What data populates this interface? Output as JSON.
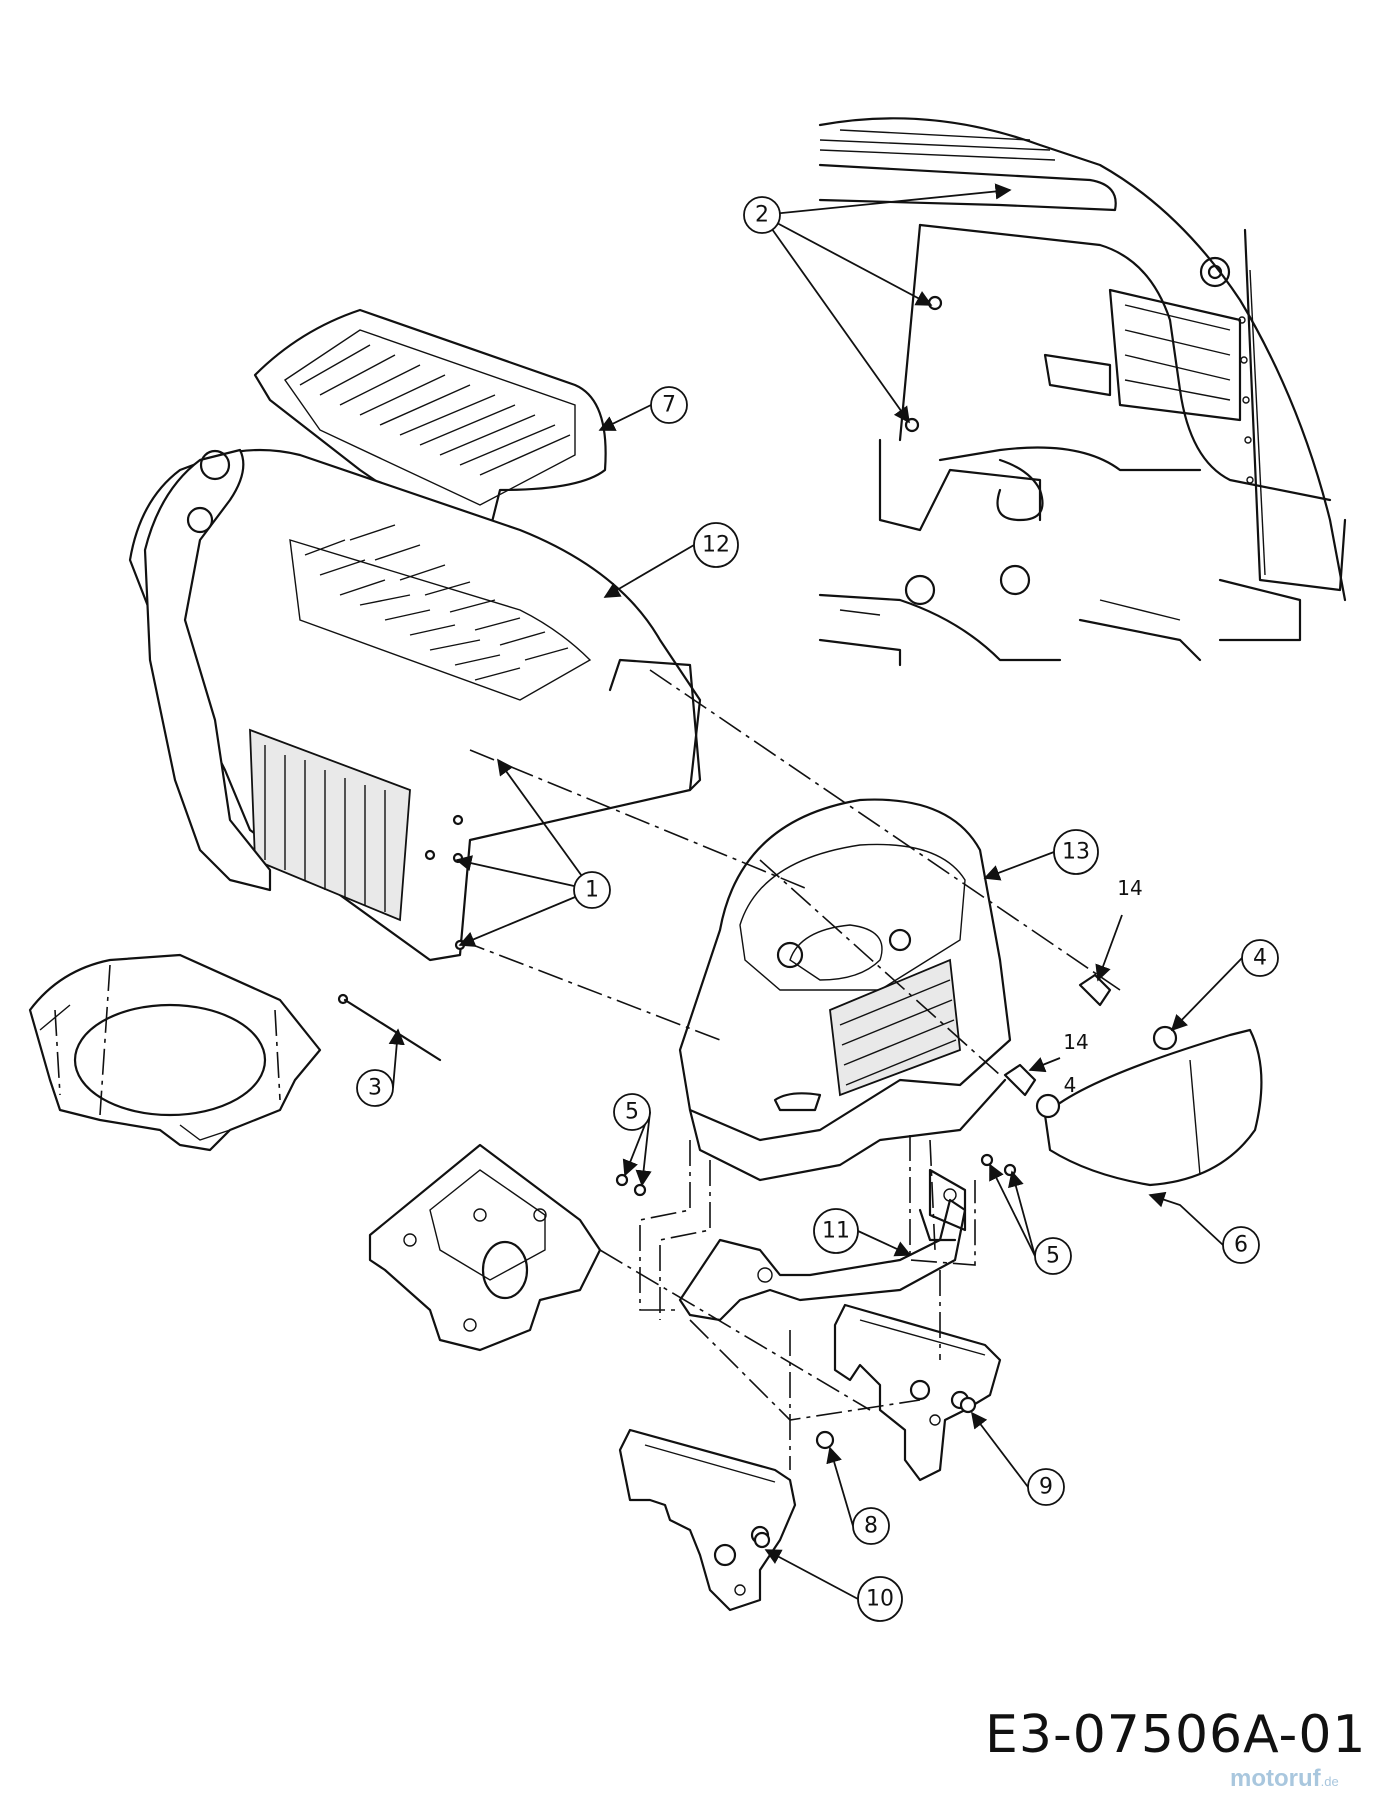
{
  "drawing_code": "E3-07506A-01",
  "watermark": {
    "name": "motoruf",
    "domain": ".de"
  },
  "callouts": {
    "c1": "1",
    "c2": "2",
    "c3": "3",
    "c4": "4",
    "c5a": "5",
    "c5b": "5",
    "c6": "6",
    "c7": "7",
    "c8": "8",
    "c9": "9",
    "c10": "10",
    "c11": "11",
    "c12": "12",
    "c13": "13"
  },
  "plain_labels": {
    "p14a": "14",
    "p14b": "14",
    "p4b": "4"
  },
  "arrow_color": "#111111"
}
